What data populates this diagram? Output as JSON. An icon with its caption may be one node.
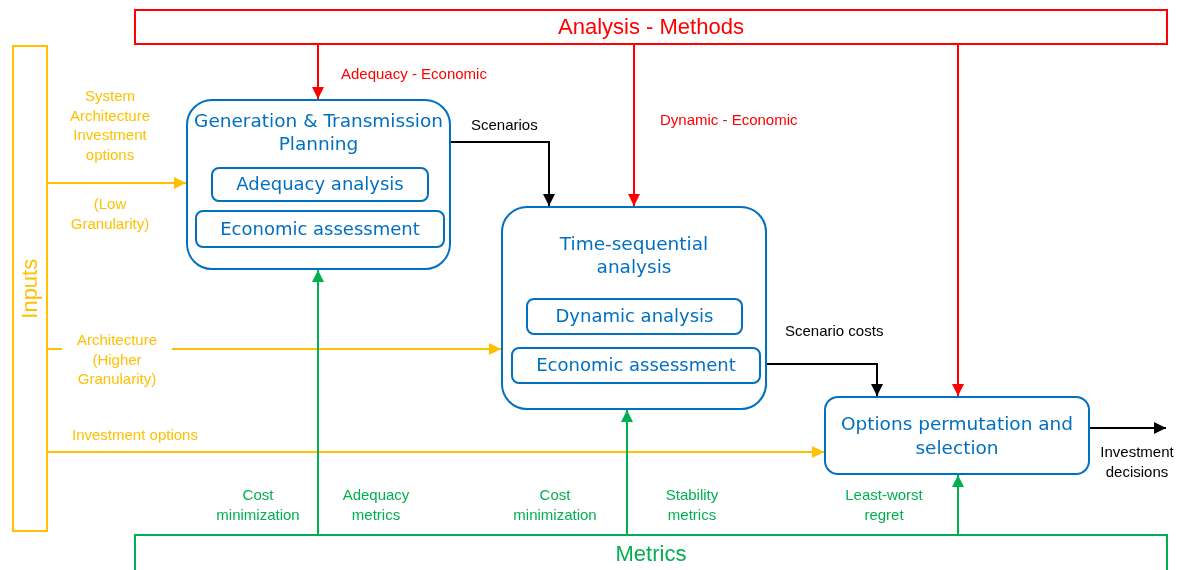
{
  "diagram": {
    "nodes": [
      {
        "text": [
          "Analysis - Methods"
        ]
      },
      {
        "text": [
          "Inputs"
        ]
      },
      {
        "text": [
          "Metrics"
        ]
      },
      {
        "text": [
          "Generation & Transmission Planning"
        ]
      },
      {
        "text": [
          "Adequacy analysis"
        ],
        "in": 3
      },
      {
        "text": [
          "Economic assessment"
        ],
        "in": 3
      },
      {
        "text": [
          "Time-sequential analysis"
        ]
      },
      {
        "text": [
          "Dynamic analysis"
        ],
        "in": 6
      },
      {
        "text": [
          "Economic assessment"
        ],
        "in": 6
      },
      {
        "text": [
          "Options permutation and selection"
        ]
      }
    ],
    "edges": [
      {
        "from": 0,
        "to": 3,
        "arrow": "to",
        "label": "Adequacy - Economic",
        "color": "#ff0000"
      },
      {
        "from": 0,
        "to": 6,
        "arrow": "to",
        "label": "Dynamic - Economic",
        "color": "#ff0000"
      },
      {
        "from": 0,
        "to": 9,
        "arrow": "to",
        "color": "#ff0000"
      },
      {
        "from": 1,
        "to": 3,
        "arrow": "to",
        "label": "System Architecture Investment options",
        "color": "#ffc000"
      },
      {
        "from": 1,
        "to": 6,
        "arrow": "to",
        "label": "Architecture (Higher Granularity)",
        "color": "#ffc000"
      },
      {
        "from": 1,
        "to": 9,
        "arrow": "to",
        "label": "Investment options",
        "color": "#ffc000"
      },
      {
        "from": 3,
        "to": 6,
        "arrow": "to",
        "label": "Scenarios",
        "color": "#000000"
      },
      {
        "from": 6,
        "to": 9,
        "arrow": "to",
        "label": "Scenario costs",
        "color": "#000000"
      },
      {
        "from": 2,
        "to": 3,
        "arrow": "to",
        "label": "Adequacy metrics",
        "color": "#00b050"
      },
      {
        "from": 2,
        "to": 6,
        "arrow": "to",
        "label": "Stability metrics",
        "color": "#00b050"
      },
      {
        "from": 2,
        "to": 9,
        "arrow": "to",
        "label": "Least-worst regret",
        "color": "#00b050"
      },
      {
        "from": 9,
        "to": null,
        "arrow": "to",
        "label": "Investment decisions",
        "color": "#000000"
      }
    ],
    "labels": [
      "(Low Granularity)",
      "Cost minimization",
      "Cost minimization"
    ]
  }
}
